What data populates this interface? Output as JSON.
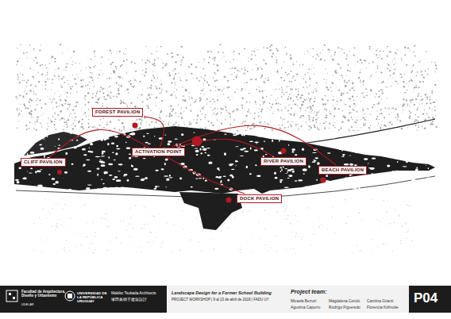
{
  "diagram": {
    "nodes": [
      {
        "text": [
          "FOREST PAVILION"
        ]
      },
      {
        "text": [
          "ACTIVATION POINT"
        ]
      },
      {
        "text": [
          "CLIFF PAVILION"
        ]
      },
      {
        "text": [
          "RIVER PAVILION"
        ]
      },
      {
        "text": [
          "BEACH PAVILION"
        ]
      },
      {
        "text": [
          "DOCK PAVILION"
        ]
      }
    ],
    "edges": [
      {
        "from": 1,
        "to": 0,
        "arrow": "none"
      },
      {
        "from": 1,
        "to": 2,
        "arrow": "none"
      },
      {
        "from": 1,
        "to": 3,
        "arrow": "none"
      },
      {
        "from": 1,
        "to": 4,
        "arrow": "none"
      },
      {
        "from": 1,
        "to": 5,
        "arrow": "none"
      }
    ],
    "labels": [
      "Facultad de Arquitectura, Diseño y Urbanismo",
      "UDELAR",
      "UNIVERSIDAD DE LA REPÚBLICA URUGUAY",
      "Makiko Tsukada Architects",
      "塚田眞樹子建築設計",
      "Landscape Design for a Former School Building",
      "PROJECT WORKSHOP | 9 al 13 de abril de 2018 | FADU UY",
      "Project team:",
      "Micaela Bezuzi",
      "Agustina Capurro",
      "Magdalena Cerulo",
      "Rodrigo Figueredo",
      "Carolina Grianti",
      "Florencia Köhncke",
      "P04"
    ]
  }
}
